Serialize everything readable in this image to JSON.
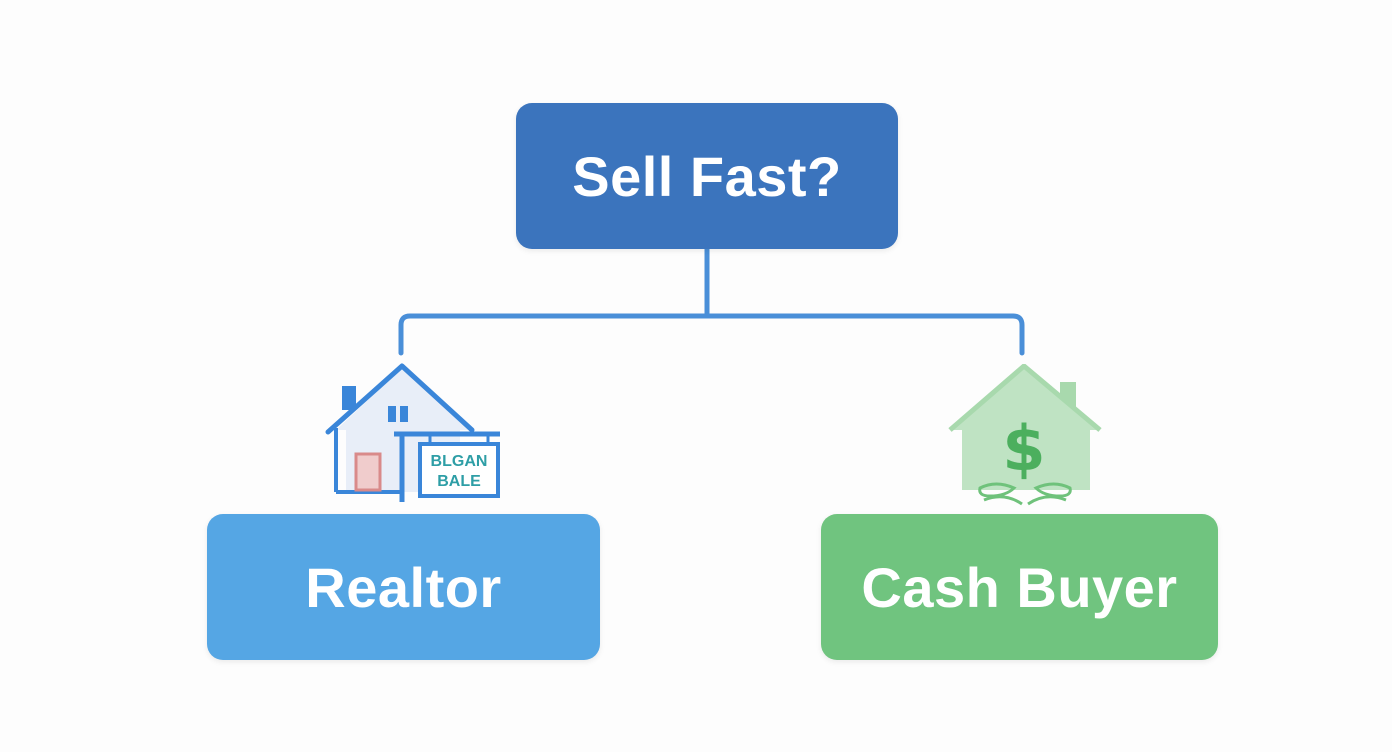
{
  "diagram": {
    "root": {
      "label": "Sell Fast?"
    },
    "options": [
      {
        "label": "Realtor",
        "icon": "house-for-sale-icon",
        "sign_text_line1": "BLGAN",
        "sign_text_line2": "BALE"
      },
      {
        "label": "Cash Buyer",
        "icon": "cash-house-icon",
        "symbol": "$"
      }
    ]
  },
  "colors": {
    "root": "#3b74bd",
    "realtor": "#55a6e4",
    "cash_buyer": "#70c47f",
    "connector": "#4a8fd8",
    "house_outline": "#3a86d9",
    "house_fill": "#e8eef8",
    "door": "#e2a4a4",
    "cash_house": "#a8d9ad",
    "cash_symbol": "#4caf5e"
  }
}
